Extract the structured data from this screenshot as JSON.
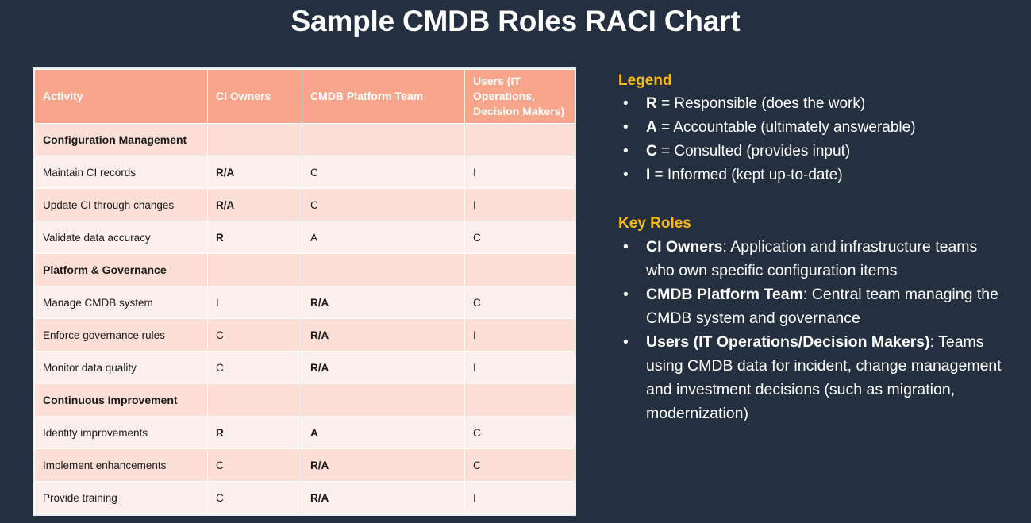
{
  "slide": {
    "title": "Sample CMDB Roles RACI Chart",
    "background_color": "#242F40",
    "title_color": "#FFFFFF",
    "accent_color": "#FDB913",
    "table_header_color": "#F7A68C",
    "row_light_color": "#FDEFEC",
    "row_dark_color": "#FCDFD7"
  },
  "table": {
    "columns": [
      "Activity",
      "CI Owners",
      "CMDB Platform Team",
      "Users (IT Operations, Decision Makers)"
    ],
    "rows": [
      {
        "type": "section",
        "shade": "dark",
        "activity": "Configuration Management",
        "ci_owners": "",
        "platform_team": "",
        "users": ""
      },
      {
        "type": "data",
        "shade": "light",
        "activity": "Maintain CI records",
        "ci_owners": "R/A",
        "ci_owners_bold": true,
        "platform_team": "C",
        "platform_team_bold": false,
        "users": "I"
      },
      {
        "type": "data",
        "shade": "dark",
        "activity": "Update CI through changes",
        "ci_owners": "R/A",
        "ci_owners_bold": true,
        "platform_team": "C",
        "platform_team_bold": false,
        "users": "I"
      },
      {
        "type": "data",
        "shade": "light",
        "activity": "Validate data accuracy",
        "ci_owners": "R",
        "ci_owners_bold": true,
        "platform_team": "A",
        "platform_team_bold": false,
        "users": "C"
      },
      {
        "type": "section",
        "shade": "dark",
        "activity": "Platform & Governance",
        "ci_owners": "",
        "platform_team": "",
        "users": ""
      },
      {
        "type": "data",
        "shade": "light",
        "activity": "Manage CMDB system",
        "ci_owners": "I",
        "ci_owners_bold": false,
        "platform_team": "R/A",
        "platform_team_bold": true,
        "users": "C"
      },
      {
        "type": "data",
        "shade": "dark",
        "activity": "Enforce governance rules",
        "ci_owners": "C",
        "ci_owners_bold": false,
        "platform_team": "R/A",
        "platform_team_bold": true,
        "users": "I"
      },
      {
        "type": "data",
        "shade": "light",
        "activity": "Monitor data quality",
        "ci_owners": "C",
        "ci_owners_bold": false,
        "platform_team": "R/A",
        "platform_team_bold": true,
        "users": "I"
      },
      {
        "type": "section",
        "shade": "dark",
        "activity": "Continuous Improvement",
        "ci_owners": "",
        "platform_team": "",
        "users": ""
      },
      {
        "type": "data",
        "shade": "light",
        "activity": "Identify improvements",
        "ci_owners": "R",
        "ci_owners_bold": true,
        "platform_team": "A",
        "platform_team_bold": true,
        "users": "C"
      },
      {
        "type": "data",
        "shade": "dark",
        "activity": "Implement enhancements",
        "ci_owners": "C",
        "ci_owners_bold": false,
        "platform_team": "R/A",
        "platform_team_bold": true,
        "users": "C"
      },
      {
        "type": "data",
        "shade": "light",
        "activity": "Provide training",
        "ci_owners": "C",
        "ci_owners_bold": false,
        "platform_team": "R/A",
        "platform_team_bold": true,
        "users": "I"
      }
    ]
  },
  "legend": {
    "heading": "Legend",
    "items": [
      {
        "key": "R",
        "text": " = Responsible (does the work)"
      },
      {
        "key": "A",
        "text": " = Accountable (ultimately answerable)"
      },
      {
        "key": "C",
        "text": " = Consulted (provides input)"
      },
      {
        "key": "I",
        "text": " = Informed (kept up-to-date)"
      }
    ]
  },
  "key_roles": {
    "heading": "Key Roles",
    "items": [
      {
        "role": "CI Owners",
        "desc": ": Application and infrastructure teams who own specific configuration items"
      },
      {
        "role": "CMDB Platform Team",
        "desc": ": Central team managing the CMDB system and governance"
      },
      {
        "role": "Users (IT Operations/Decision Makers)",
        "desc": ": Teams using CMDB data for incident, change management and investment decisions (such as migration, modernization)"
      }
    ]
  },
  "bullet_glyph": "•"
}
